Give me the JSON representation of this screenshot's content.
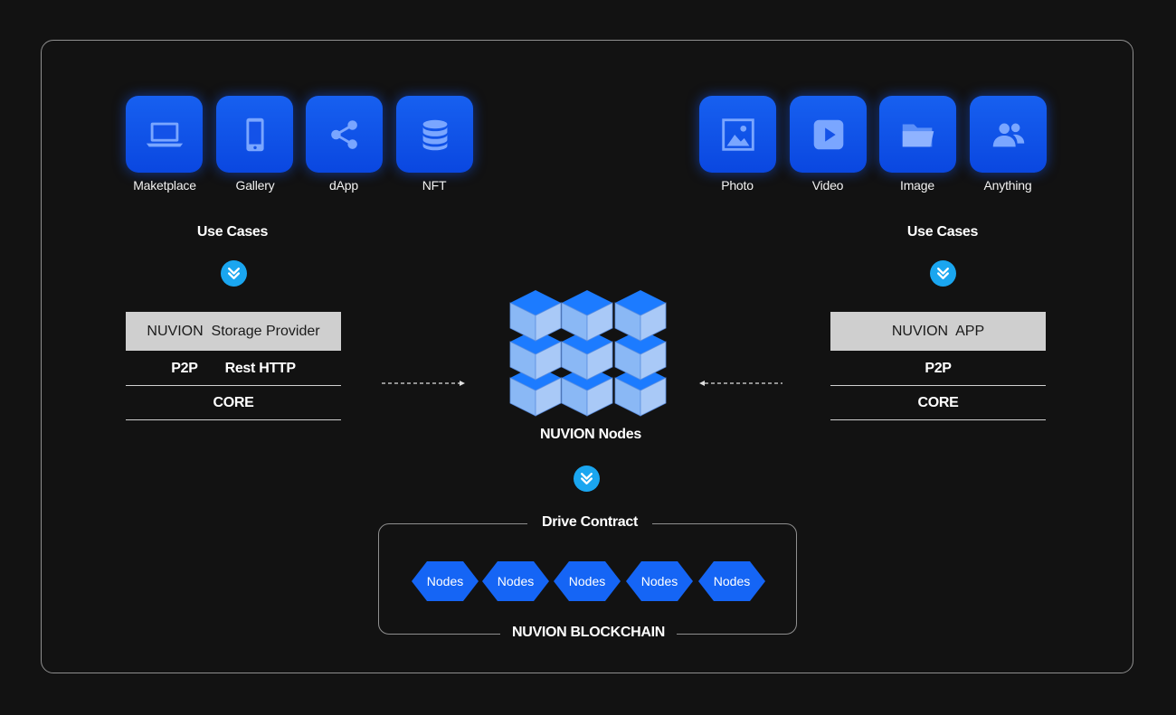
{
  "left": {
    "tiles": [
      {
        "label": "Maketplace",
        "icon": "laptop-icon"
      },
      {
        "label": "Gallery",
        "icon": "phone-icon"
      },
      {
        "label": "dApp",
        "icon": "share-icon"
      },
      {
        "label": "NFT",
        "icon": "database-icon"
      }
    ],
    "heading": "Use Cases",
    "stack": {
      "title": "NUVION  Storage Provider",
      "row1_a": "P2P",
      "row1_b": "Rest HTTP",
      "row2": "CORE"
    }
  },
  "right": {
    "tiles": [
      {
        "label": "Photo",
        "icon": "photo-icon"
      },
      {
        "label": "Video",
        "icon": "video-play-icon"
      },
      {
        "label": "Image",
        "icon": "folder-icon"
      },
      {
        "label": "Anything",
        "icon": "users-icon"
      }
    ],
    "heading": "Use Cases",
    "stack": {
      "title": "NUVION  APP",
      "row1": "P2P",
      "row2": "CORE"
    }
  },
  "center": {
    "nodes_label": "NUVION  Nodes",
    "contract_title": "Drive Contract",
    "blockchain_label": "NUVION  BLOCKCHAIN",
    "contract_nodes": [
      "Nodes",
      "Nodes",
      "Nodes",
      "Nodes",
      "Nodes"
    ]
  },
  "colors": {
    "background": "#121212",
    "tile_blue": "#0a47e0",
    "chevron_cyan": "#1aa6f0",
    "stack_gray": "#cfcfcf",
    "node_blue": "#1565f5"
  }
}
